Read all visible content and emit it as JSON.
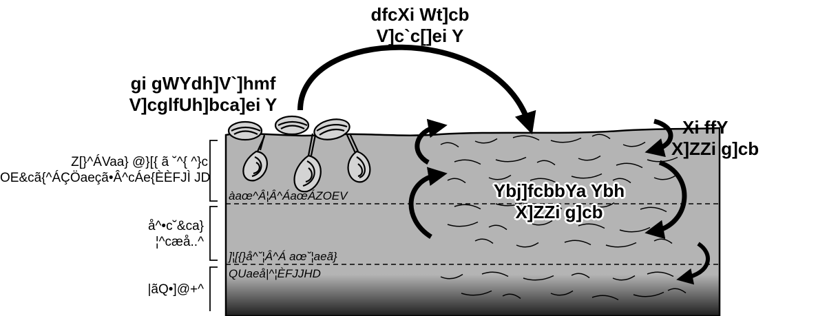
{
  "colors": {
    "sediment": "#b4b4b4",
    "sediment_dark": "#1e1e1e",
    "ink": "#000000",
    "shell_fill": "#d4d4d4",
    "background": "#ffffff"
  },
  "labels": {
    "top_arrow": [
      "dfcXi Wt]cb",
      "V]c`c[]ei Y"
    ],
    "left_arrow": [
      "gi gWYdh]V`]hmf",
      "V]cglfUh]bca]ei Y"
    ],
    "right_top": [
      "Xi ffY",
      "X]ZZi g]cb"
    ],
    "center": [
      "Ybj]fcbbYa Ybh",
      "X]ZZi g]cb"
    ]
  },
  "side_labels": {
    "zone1": [
      "Z[}^ÁVaa} @}[{ ã ˘^{ ^}c",
      "OE&cã{^ÁÇÖaeçã•Â^cÁe{ÈÈFJÌ JD"
    ],
    "zone2": [
      "å^•c˘&ca}",
      "¦^cæå..^"
    ],
    "zone3": [
      "|ãQ•]@+^"
    ]
  },
  "zone_labels": {
    "surface": "àaœ^Â¦Â^ÁaœÁZOEV",
    "middle": "]¦[{}å^˘¦Â^Á aœ˘¦aeã}",
    "deep": "QUaeå|^¦ÈFJJHD"
  },
  "icons": [
    "mussel-icon",
    "arrow-icon"
  ]
}
